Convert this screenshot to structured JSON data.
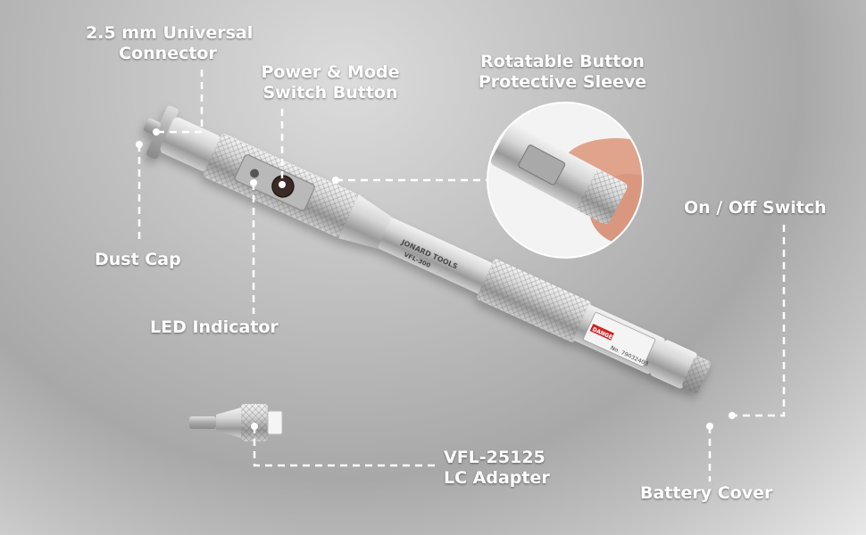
{
  "callouts": {
    "connector": [
      "2.5 mm Universal",
      "Connector"
    ],
    "power_mode": [
      "Power & Mode",
      "Switch Button"
    ],
    "sleeve": [
      "Rotatable Button",
      "Protective Sleeve"
    ],
    "on_off": "On / Off Switch",
    "dust_cap": "Dust Cap",
    "led": "LED Indicator",
    "adapter": [
      "VFL-25125",
      "LC Adapter"
    ],
    "battery": "Battery Cover"
  },
  "product": {
    "brand": "JONARD TOOLS",
    "model": "VFL-300",
    "warning": "DANGER",
    "serial": "No. 79032403"
  },
  "colors": {
    "label_text": "#ffffff",
    "leader_line": "#ffffff",
    "body_silver": "#c8c8c8",
    "danger_red": "#d02020"
  }
}
